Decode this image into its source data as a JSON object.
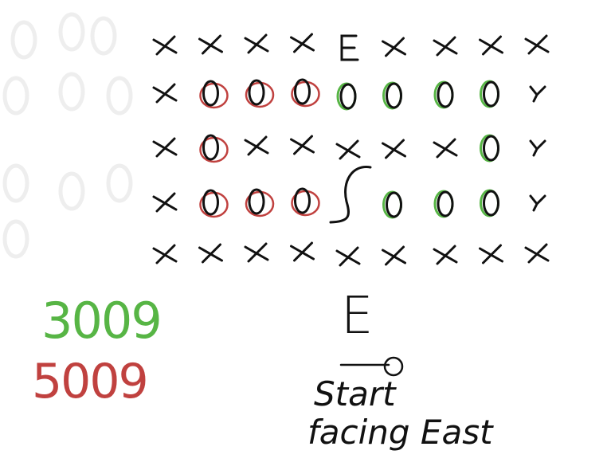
{
  "colors": {
    "ink": "#111111",
    "red": "#c0413f",
    "green": "#57b545",
    "ghost": "#eeeeee"
  },
  "grid": {
    "rows": [
      [
        "x",
        "x",
        "x",
        "x",
        "E",
        "x",
        "x",
        "x",
        "x"
      ],
      [
        "x",
        "0",
        "0",
        "0",
        "0",
        "0",
        "0",
        "0",
        "y"
      ],
      [
        "x",
        "0",
        "x",
        "x",
        "x",
        "x",
        "x",
        "0",
        "y"
      ],
      [
        "x",
        "0",
        "0",
        "0",
        "S",
        "0",
        "0",
        "0",
        "y"
      ],
      [
        "x",
        "x",
        "x",
        "x",
        "x",
        "x",
        "x",
        "x",
        "x"
      ]
    ],
    "red_cells": [
      [
        1,
        1
      ],
      [
        1,
        2
      ],
      [
        1,
        3
      ],
      [
        2,
        1
      ],
      [
        3,
        1
      ],
      [
        3,
        2
      ],
      [
        3,
        3
      ]
    ],
    "green_cells": [
      [
        1,
        4
      ],
      [
        1,
        5
      ],
      [
        1,
        6
      ],
      [
        1,
        7
      ],
      [
        2,
        7
      ],
      [
        3,
        5
      ],
      [
        3,
        6
      ],
      [
        3,
        7
      ]
    ]
  },
  "codes": {
    "green": "3009",
    "red": "5009"
  },
  "legend": {
    "end_label": "E",
    "start_line1": "Start",
    "start_line2": "facing East"
  }
}
